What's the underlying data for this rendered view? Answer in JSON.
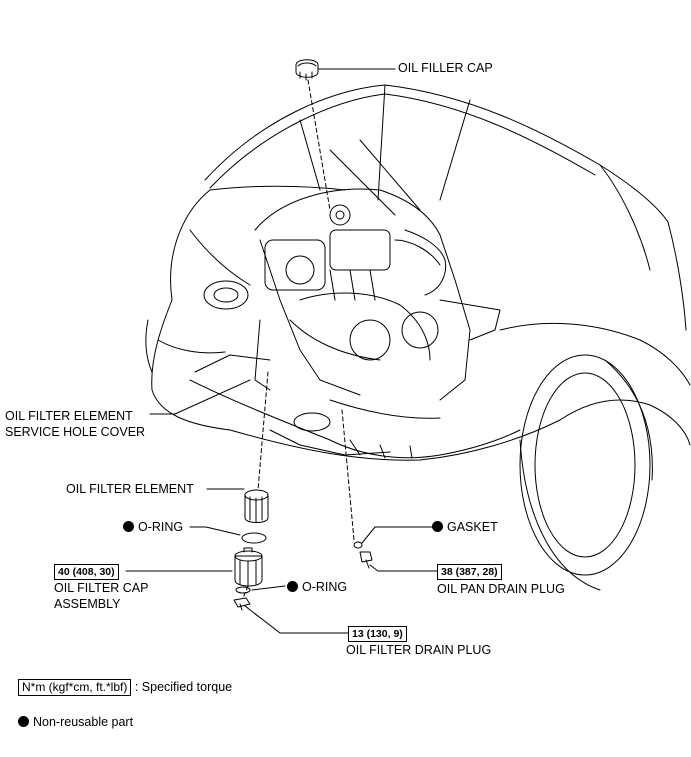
{
  "labels": {
    "oil_filler_cap": "OIL FILLER CAP",
    "service_hole_cover_line1": "OIL FILTER ELEMENT",
    "service_hole_cover_line2": "SERVICE HOLE COVER",
    "oil_filter_element": "OIL FILTER ELEMENT",
    "o_ring_upper": "O-RING",
    "gasket": "GASKET",
    "oil_filter_cap_assembly_line1": "OIL FILTER CAP",
    "oil_filter_cap_assembly_line2": "ASSEMBLY",
    "o_ring_lower": "O-RING",
    "oil_pan_drain_plug": "OIL PAN DRAIN PLUG",
    "oil_filter_drain_plug": "OIL FILTER DRAIN PLUG"
  },
  "torques": {
    "oil_filter_cap_assembly": "40 (408, 30)",
    "oil_pan_drain_plug": "38 (387, 28)",
    "oil_filter_drain_plug": "13 (130, 9)"
  },
  "legend": {
    "torque_units": "N*m (kgf*cm, ft.*lbf)",
    "torque_desc": ": Specified torque",
    "non_reusable": "Non-reusable part"
  }
}
